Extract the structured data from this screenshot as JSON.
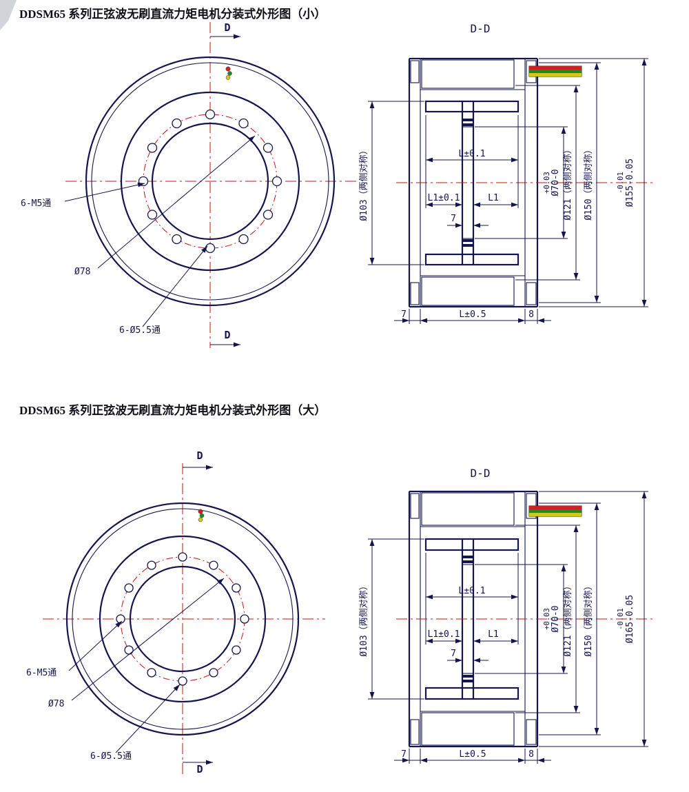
{
  "titles": {
    "small": "DDSM65 系列正弦波无刷直流力矩电机分装式外形图（小）",
    "large": "DDSM65 系列正弦波无刷直流力矩电机分装式外形图（大）"
  },
  "front": {
    "marker": "D",
    "m5": "6-M5通",
    "d78": "Ø78",
    "d55": "6-Ø5.5通"
  },
  "section_small": {
    "title": "D-D",
    "dia103": "Ø103（两侧对称）",
    "L": "L±0.1",
    "L1t": "L1±0.1",
    "L1": "L1",
    "web": "7",
    "d70_tol": "+0.03",
    "d70": "Ø70-0",
    "dia121": "Ø121（两侧对称）",
    "dia150": "Ø150（两侧对称）",
    "od_tol": "-0.01",
    "od": "Ø155-0.05",
    "b7": "7",
    "bL": "L±0.5",
    "b8": "8"
  },
  "section_large": {
    "title": "D-D",
    "dia103": "Ø103（两侧对称）",
    "L": "L±0.1",
    "L1t": "L1±0.1",
    "L1": "L1",
    "web": "7",
    "d70_tol": "+0.03",
    "d70": "Ø70-0",
    "dia121": "Ø121（两侧对称）",
    "dia150": "Ø150（两侧对称）",
    "od_tol": "-0.01",
    "od": "Ø165-0.05",
    "b7": "7",
    "bL": "L±0.5",
    "b8": "8"
  },
  "colors": {
    "line": "#14144e",
    "centerline": "#cc1111",
    "hatch": "#18e8f4",
    "wire_red": "#cc2222",
    "wire_green": "#1f8a1f",
    "wire_yellow": "#d2c71d"
  }
}
